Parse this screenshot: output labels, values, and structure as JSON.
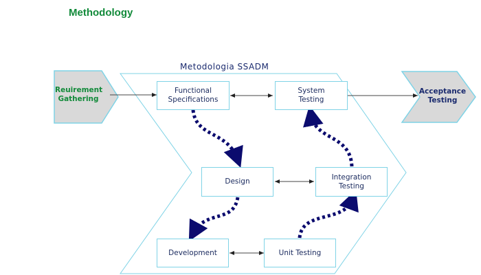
{
  "header": {
    "title": "Methodology"
  },
  "diagram": {
    "group_label": "Metodologia SSADM",
    "start": {
      "label_line1": "Reuirement",
      "label_line2": "Gathering",
      "color": "#128a3a"
    },
    "end": {
      "label_line1": "Acceptance",
      "label_line2": "Testing",
      "color": "#1a2a6e"
    },
    "nodes": {
      "functional_specs": {
        "line1": "Functional",
        "line2": "Specifications"
      },
      "system_testing": {
        "line1": "System",
        "line2": "Testing"
      },
      "design": {
        "line1": "Design"
      },
      "integration_testing": {
        "line1": "Integration",
        "line2": "Testing"
      },
      "development": {
        "line1": "Development"
      },
      "unit_testing": {
        "line1": "Unit Testing"
      }
    },
    "colors": {
      "outline": "#7fd3e6",
      "flow_arrow": "#0b0b6e",
      "chevron_fill": "#d9d9d9"
    }
  }
}
